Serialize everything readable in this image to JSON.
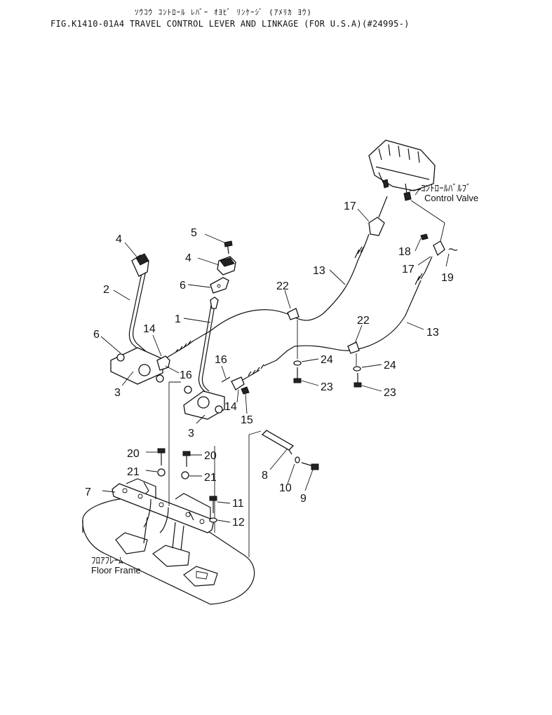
{
  "header": {
    "title_jp": "ｿｳｺｳ ｺﾝﾄﾛｰﾙ ﾚﾊﾞｰ ｵﾖﾋﾞ ﾘﾝｹｰｼﾞ (ｱﾒﾘｶ ﾖｳ)",
    "title_en": "FIG.K1410-01A4  TRAVEL CONTROL LEVER AND LINKAGE (FOR U.S.A)(#24995-)"
  },
  "labels": {
    "control_valve_jp": "ｺﾝﾄﾛｰﾙﾊﾞﾙﾌﾞ",
    "control_valve_en": "Control Valve",
    "floor_frame_jp": "ﾌﾛｱﾌﾚｰﾑ",
    "floor_frame_en": "Floor Frame"
  },
  "callouts": {
    "c1": "1",
    "c2": "2",
    "c3a": "3",
    "c3b": "3",
    "c4a": "4",
    "c4b": "4",
    "c5": "5",
    "c6a": "6",
    "c6b": "6",
    "c7": "7",
    "c8": "8",
    "c9": "9",
    "c10": "10",
    "c11": "11",
    "c12": "12",
    "c13a": "13",
    "c13b": "13",
    "c14a": "14",
    "c14b": "14",
    "c15": "15",
    "c16a": "16",
    "c16b": "16",
    "c17a": "17",
    "c17b": "17",
    "c18": "18",
    "c19": "19",
    "c20a": "20",
    "c20b": "20",
    "c21a": "21",
    "c21b": "21",
    "c22a": "22",
    "c22b": "22",
    "c23a": "23",
    "c23b": "23",
    "c24a": "24",
    "c24b": "24"
  }
}
